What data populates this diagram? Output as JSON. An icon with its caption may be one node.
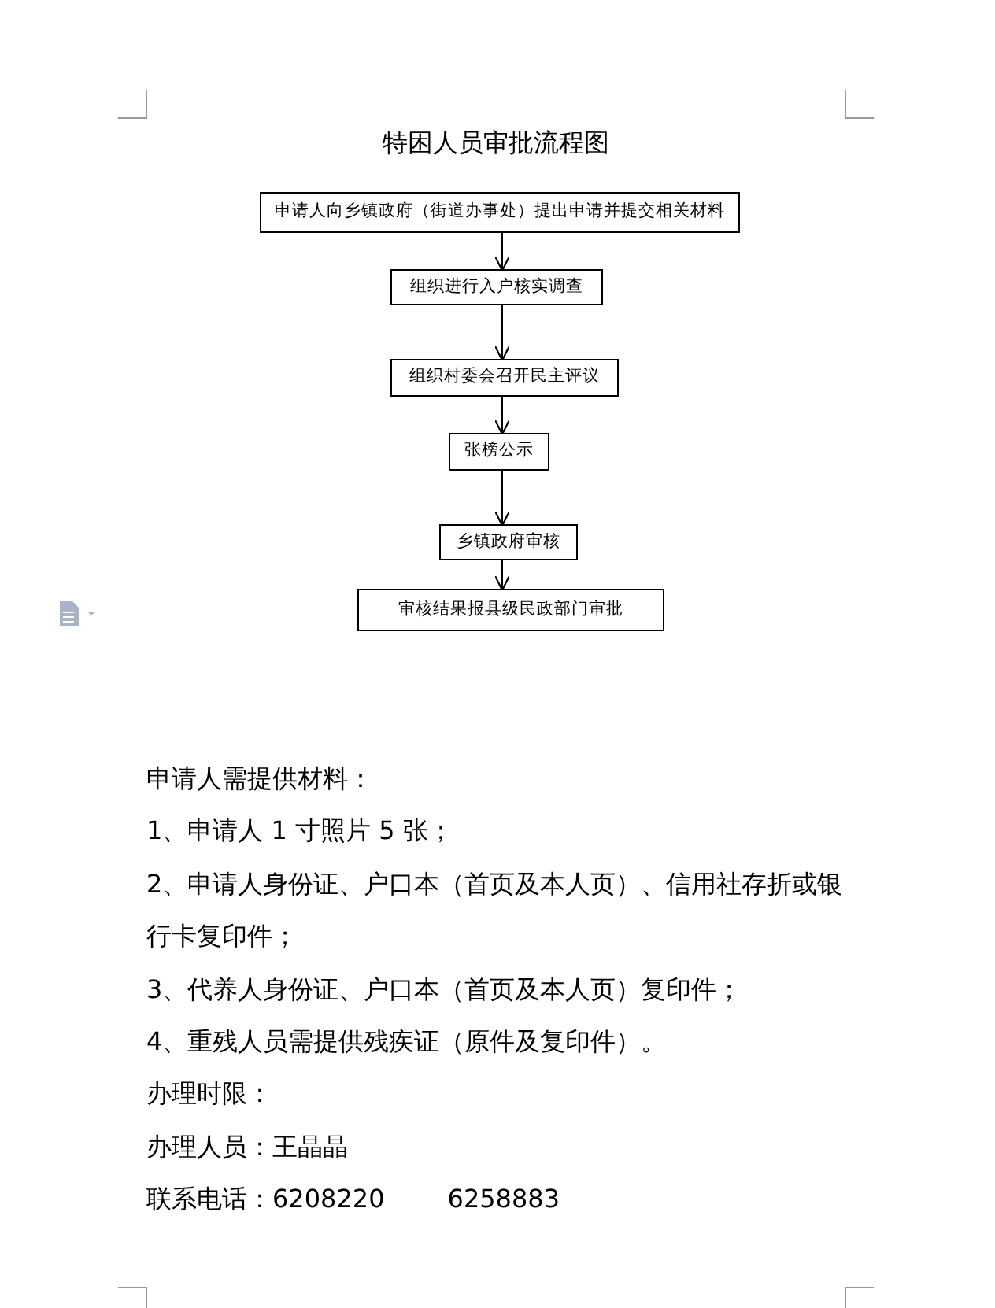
{
  "diagram": {
    "title": "特困人员审批流程图",
    "nodes": [
      {
        "text": [
          "申请人向乡镇政府（街道办事处）提出申请并提交相关材料"
        ]
      },
      {
        "text": [
          "组织进行入户核实调查"
        ]
      },
      {
        "text": [
          "组织村委会召开民主评议"
        ]
      },
      {
        "text": [
          "张榜公示"
        ]
      },
      {
        "text": [
          "乡镇政府审核"
        ]
      },
      {
        "text": [
          "审核结果报县级民政部门审批"
        ]
      }
    ],
    "edges": [
      {
        "from": 0,
        "to": 1,
        "arrow": "to"
      },
      {
        "from": 1,
        "to": 2,
        "arrow": "to"
      },
      {
        "from": 2,
        "to": 3,
        "arrow": "to"
      },
      {
        "from": 3,
        "to": 4,
        "arrow": "to"
      },
      {
        "from": 4,
        "to": 5,
        "arrow": "to"
      }
    ],
    "labels": [
      "申请人需提供材料：",
      "1、申请人 1 寸照片 5 张；",
      "2、申请人身份证、户口本（首页及本人页）、信用社存折或银行卡复印件；",
      "3、代养人身份证、户口本（首页及本人页）复印件；",
      "4、重残人员需提供残疾证（原件及复印件）。",
      "办理时限：",
      "办理人员：王晶晶",
      "联系电话：6208220",
      "6258883"
    ]
  }
}
